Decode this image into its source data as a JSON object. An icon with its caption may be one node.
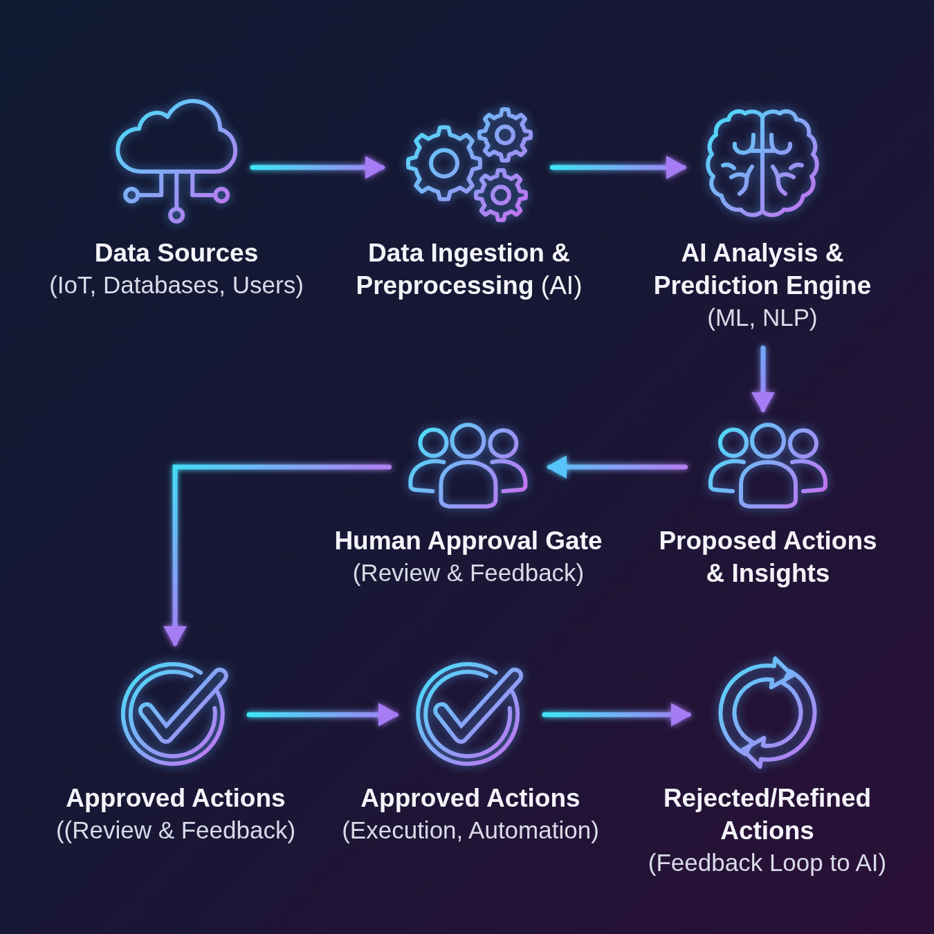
{
  "diagram": {
    "nodes": [
      {
        "text": [
          "Data Sources",
          "(IoT, Databases, Users)"
        ]
      },
      {
        "text": [
          "**Data Ingestion & Preprocessing** (AI)"
        ]
      },
      {
        "text": [
          "AI Analysis & Prediction Engine",
          "(ML, NLP)"
        ]
      },
      {
        "text": [
          "Proposed Actions & Insights"
        ]
      },
      {
        "text": [
          "Human Approval Gate",
          "(Review & Feedback)"
        ]
      },
      {
        "text": [
          "Approved Actions",
          "((Review & Feedback)"
        ]
      },
      {
        "text": [
          "Approved Actions",
          "(Execution, Automation)"
        ]
      },
      {
        "text": [
          "Rejected/Refined Actions",
          "(Feedback Loop to AI)"
        ]
      }
    ],
    "edges": [
      {
        "from": 0,
        "to": 1,
        "arrow": "to"
      },
      {
        "from": 1,
        "to": 2,
        "arrow": "to"
      },
      {
        "from": 2,
        "to": 3,
        "arrow": "to"
      },
      {
        "from": 3,
        "to": 4,
        "arrow": "to"
      },
      {
        "from": 4,
        "to": 5,
        "arrow": "to"
      },
      {
        "from": 5,
        "to": 6,
        "arrow": "to"
      },
      {
        "from": 6,
        "to": 7,
        "arrow": "to"
      }
    ]
  }
}
